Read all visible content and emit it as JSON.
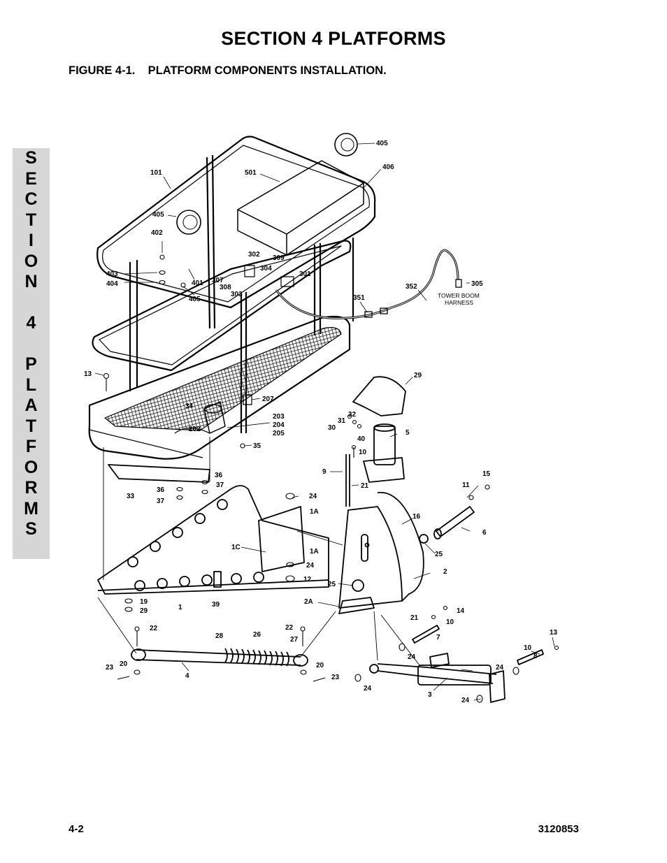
{
  "header": {
    "section_title": "SECTION 4  PLATFORMS",
    "figure_title": "FIGURE 4-1.    PLATFORM COMPONENTS INSTALLATION."
  },
  "side_tab": {
    "letters": [
      "S",
      "E",
      "C",
      "T",
      "I",
      "O",
      "N",
      "",
      "4",
      "",
      "P",
      "L",
      "A",
      "T",
      "F",
      "O",
      "R",
      "M",
      "S"
    ]
  },
  "diagram": {
    "callouts": {
      "c405a": "405",
      "c406": "406",
      "c101": "101",
      "c501": "501",
      "c405b": "405",
      "c402": "402",
      "c403": "403",
      "c404": "404",
      "c401": "401",
      "c405c": "405",
      "c302": "302",
      "c309": "309",
      "c304": "304",
      "c301": "301",
      "c307": "307",
      "c308": "308",
      "c303": "303",
      "c352": "352",
      "c305": "305",
      "c351": "351",
      "c13a": "13",
      "c29": "29",
      "c207": "207",
      "c34": "34",
      "c202": "202",
      "c203": "203",
      "c204": "204",
      "c205": "205",
      "c35": "35",
      "c32": "32",
      "c31": "31",
      "c30": "30",
      "c5": "5",
      "c40": "40",
      "c10a": "10",
      "c9": "9",
      "c21a": "21",
      "c15": "15",
      "c11": "11",
      "c36a": "36",
      "c37a": "37",
      "c33": "33",
      "c36b": "36",
      "c37b": "37",
      "c24a": "24",
      "c1Aa": "1A",
      "c16": "16",
      "c6": "6",
      "c1C": "1C",
      "c1Ab": "1A",
      "c24b": "24",
      "c12": "12",
      "c25a": "25",
      "c25b": "25",
      "c2": "2",
      "c19": "19",
      "c29b": "29",
      "c1": "1",
      "c39": "39",
      "c2A": "2A",
      "c14": "14",
      "c21b": "21",
      "c10b": "10",
      "c7": "7",
      "c22a": "22",
      "c28": "28",
      "c26": "26",
      "c22b": "22",
      "c27": "27",
      "c13b": "13",
      "c10c": "10",
      "c8": "8",
      "c24c": "24",
      "c24d": "24",
      "c20a": "20",
      "c23a": "23",
      "c4": "4",
      "c20b": "20",
      "c23b": "23",
      "c24e": "24",
      "c3": "3",
      "c24f": "24"
    },
    "note_line1": "TOWER BOOM",
    "note_line2": "HARNESS"
  },
  "footer": {
    "page_number": "4-2",
    "doc_number": "3120853"
  }
}
